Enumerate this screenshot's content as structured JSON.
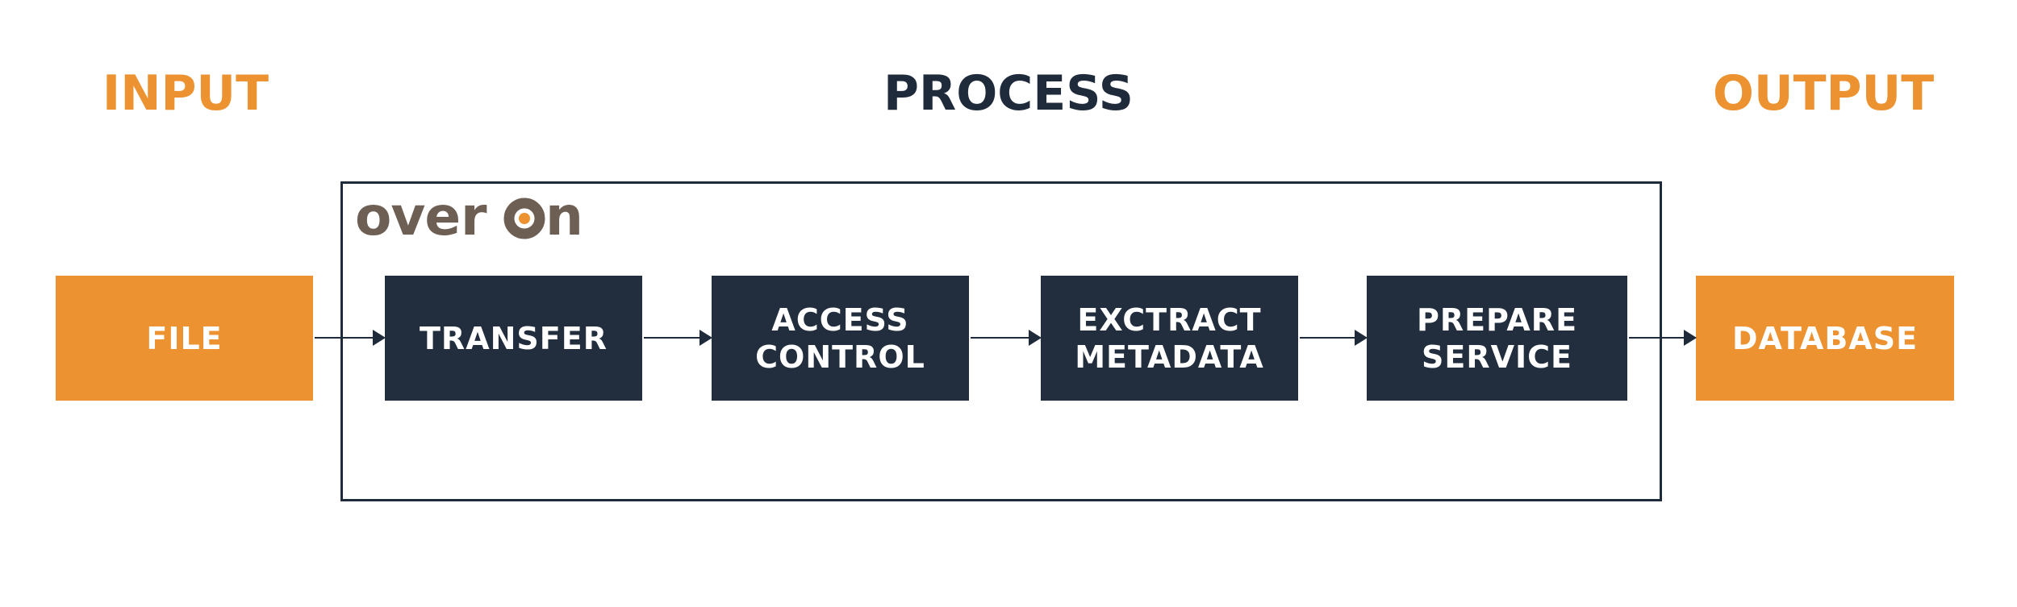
{
  "headings": {
    "input": "INPUT",
    "process": "PROCESS",
    "output": "OUTPUT"
  },
  "logo": {
    "text": "overon",
    "text_color": "#6e5f55",
    "accent_color": "#ec9230"
  },
  "steps": {
    "file": "FILE",
    "transfer": "TRANSFER",
    "access_control": "ACCESS\nCONTROL",
    "extract_metadata": "EXCTRACT\nMETADATA",
    "prepare_service": "PREPARE\nSERVICE",
    "database": "DATABASE"
  },
  "colors": {
    "orange": "#ec9230",
    "navy": "#222e3d",
    "heading_dark": "#1f2a3a"
  }
}
